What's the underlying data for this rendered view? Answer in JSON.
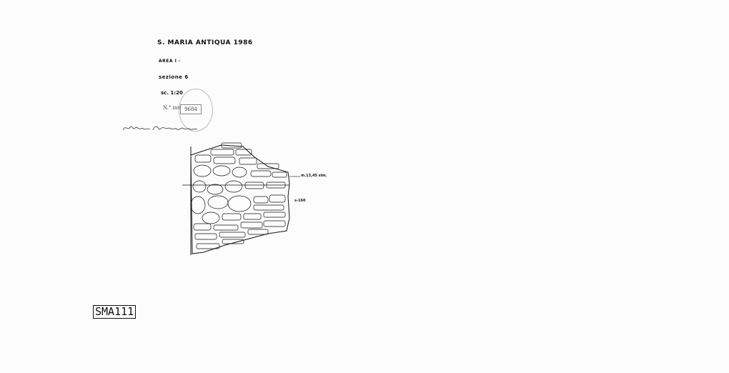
{
  "header": {
    "title": "S. MARIA ANTIQUA 1986",
    "area": "AREA I -",
    "sezione": "sezione 6",
    "scale": "sc. 1:20"
  },
  "stamp": {
    "number": "N.° inv.",
    "box_value": "9684"
  },
  "drawing": {
    "elevation_label": "m.13,45 slm.",
    "depth_label": "s-160"
  },
  "reference": {
    "code": "SMA111"
  }
}
